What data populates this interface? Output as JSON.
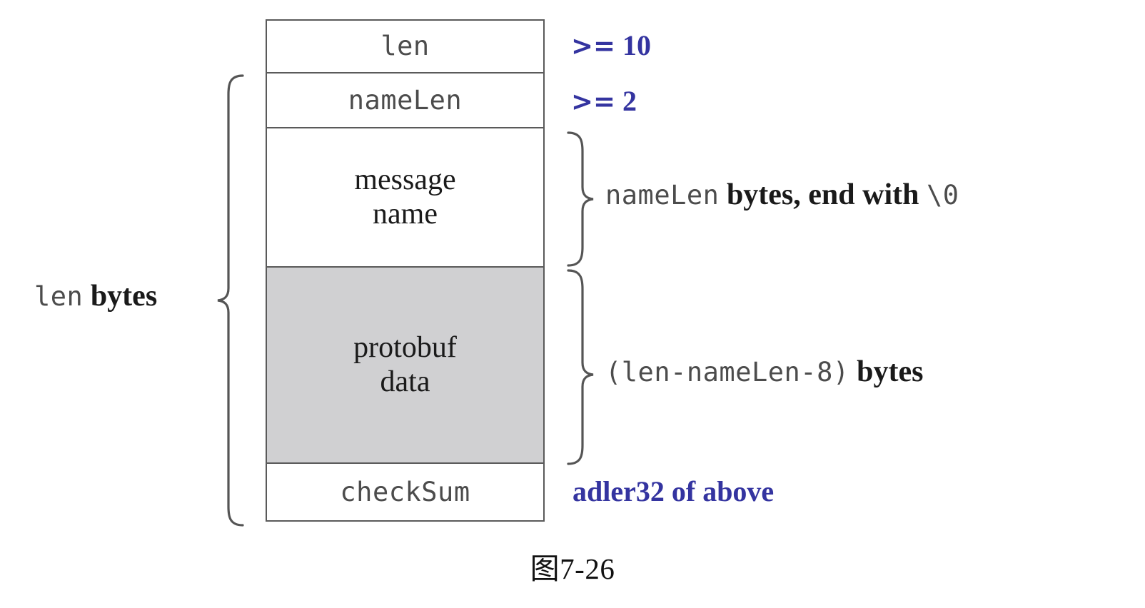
{
  "figure": {
    "caption": "图7-26",
    "colors": {
      "border": "#5a5a5a",
      "payload_fill": "#d0d0d2",
      "annotation_blue": "#3434a0",
      "mono_text": "#4c4c4c",
      "serif_text": "#1a1a1a",
      "background": "#ffffff"
    }
  },
  "packet": {
    "fields": [
      {
        "name": "len",
        "label": "len",
        "style": "mono",
        "filled": false
      },
      {
        "name": "nameLen",
        "label": "nameLen",
        "style": "mono",
        "filled": false
      },
      {
        "name": "message-name",
        "label_line1": "message",
        "label_line2": "name",
        "style": "serif",
        "filled": false
      },
      {
        "name": "protobuf-data",
        "label_line1": "protobuf",
        "label_line2": "data",
        "style": "serif",
        "filled": true
      },
      {
        "name": "checkSum",
        "label": "checkSum",
        "style": "mono",
        "filled": false
      }
    ]
  },
  "annotations": {
    "left_brace_label": {
      "mono": "len",
      "serif": " bytes"
    },
    "len_constraint": {
      "op": ">=",
      "value": " 10"
    },
    "namelen_constraint": {
      "op": ">=",
      "value": " 2"
    },
    "name_size": {
      "mono": "nameLen",
      "serif": " bytes, end with ",
      "mono_tail": "\\0"
    },
    "data_size": {
      "mono": "(len-nameLen-8)",
      "serif": " bytes"
    },
    "checksum_note": "adler32 of above"
  }
}
